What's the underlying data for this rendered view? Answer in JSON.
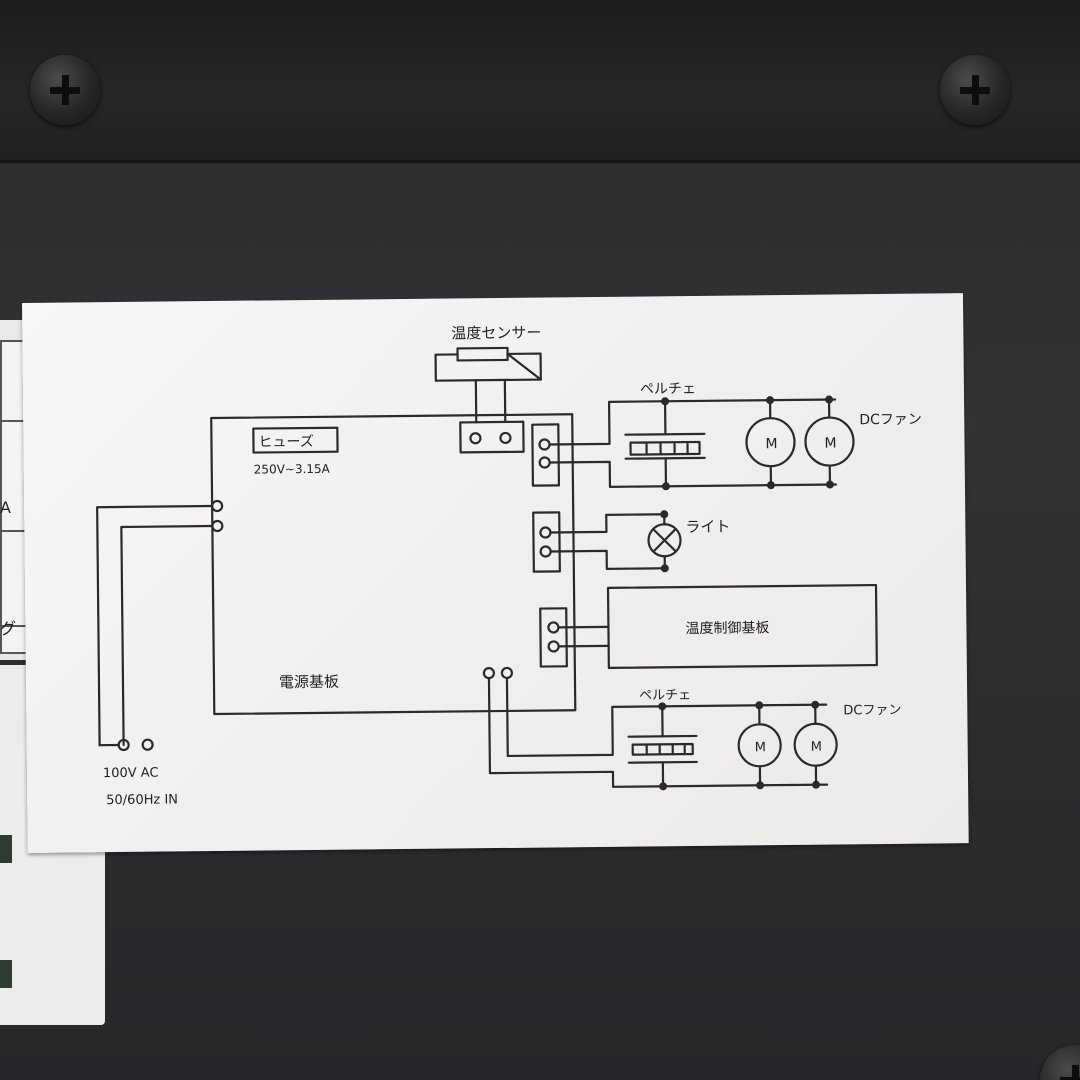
{
  "diagram": {
    "temp_sensor": "温度センサー",
    "fuse": "ヒューズ",
    "fuse_rating": "250V~3.15A",
    "peltier_top": "ペルチェ",
    "dc_fan_top": "DCファン",
    "motor_symbol": "M",
    "light": "ライト",
    "temp_control_board": "温度制御基板",
    "power_board": "電源基板",
    "peltier_bottom": "ペルチェ",
    "dc_fan_bottom": "DCファン",
    "ac_in_line1": "100V AC",
    "ac_in_line2": "50/60Hz IN"
  },
  "side_sticker": {
    "fragment_a": "A",
    "fragment_g": "グ"
  }
}
